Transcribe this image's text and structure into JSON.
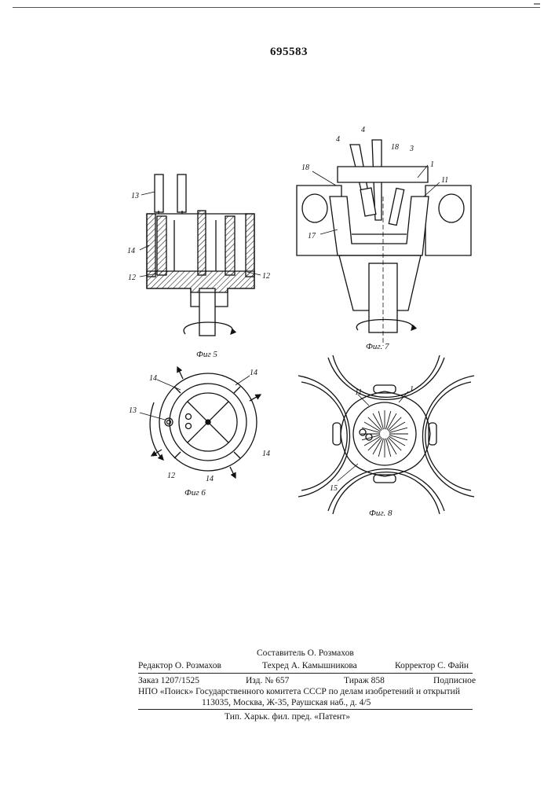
{
  "patent_number": "695583",
  "figures": {
    "fig5": {
      "caption": "Фиг 5",
      "labels": {
        "a": "13",
        "b": "14",
        "c": "12",
        "d": "12"
      }
    },
    "fig6": {
      "caption": "Фиг 6",
      "labels": {
        "a": "14",
        "b": "14",
        "c": "13",
        "d": "14",
        "e": "12",
        "f": "14"
      }
    },
    "fig7": {
      "caption": "Фиг. 7",
      "labels": {
        "a": "4",
        "b": "4",
        "c": "18",
        "d": "3",
        "e": "1",
        "f": "18",
        "g": "11",
        "h": "17"
      }
    },
    "fig8": {
      "caption": "Фиг. 8",
      "labels": {
        "a": "11",
        "b": "1",
        "c": "15"
      }
    }
  },
  "imprint": {
    "compiler": "Составитель О. Розмахов",
    "editor": "Редактор О. Розмахов",
    "techred": "Техред А. Камышникова",
    "corrector": "Корректор С. Файн",
    "order": "Заказ 1207/1525",
    "edition": "Изд. № 657",
    "circulation": "Тираж 858",
    "subscription": "Подписное",
    "org_line": "НПО «Поиск» Государственного комитета СССР по делам изобретений и открытий",
    "address": "113035, Москва, Ж-35, Раушская наб., д. 4/5",
    "printer": "Тип. Харьк. фил. пред. «Патент»"
  }
}
